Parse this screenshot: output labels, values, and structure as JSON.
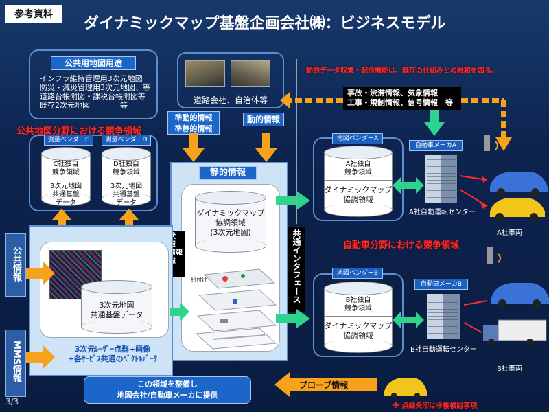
{
  "header": {
    "tag": "参考資料",
    "title": "ダイナミックマップ基盤企画会社㈱：ビジネスモデル"
  },
  "public_use": {
    "heading": "公共用地図用途",
    "lines": [
      "インフラ維持管理用3次元地図",
      "防災・減災管理用3次元地図、等",
      "道路台帳附図・課税台帳附図等",
      "既存2次元地図　　　　等"
    ]
  },
  "public_competition": "公共地図分野における競争領域",
  "vendors_public": [
    {
      "label": "測量ベンダーC",
      "cyl_lines": [
        "C社独自",
        "競争領域"
      ],
      "bottom_lines": [
        "3次元地図",
        "共通基盤",
        "データ"
      ]
    },
    {
      "label": "測量ベンダーD",
      "cyl_lines": [
        "D社独自",
        "競争領域"
      ],
      "bottom_lines": [
        "3次元地図",
        "共通基盤",
        "データ"
      ]
    }
  ],
  "road_company": "道路会社、自治体等",
  "quasi_static": [
    "準動的情報",
    "準静的情報"
  ],
  "dynamic_info": "動的情報",
  "static_info": "静的情報",
  "road_shape": [
    "道路形状",
    "車線情報",
    "構造物情報",
    "地物情報",
    "等"
  ],
  "dm_cooperative": [
    "ダイナミックマップ",
    "協調領域",
    "(3次元地図)"
  ],
  "layer_label": "紐付け",
  "base_cyl": [
    "3次元地図",
    "共通基盤データ"
  ],
  "point_cloud": [
    "3次元ﾚｰｻﾞｰ点群+画像",
    "+各ｻｰﾋﾞｽ共通のﾍﾞｸﾄﾙﾃﾞｰﾀ"
  ],
  "bottom_banner": [
    "この領域を整備し",
    "地図会社/自動車メーカに提供"
  ],
  "side_left": {
    "public": "公共情報",
    "mms": "MMS情報"
  },
  "page_num": "3/3",
  "interface_label": "共通インタフェース",
  "note_top": "動的データ収集・配信機能は、既存の仕組みとの融和を図る。",
  "traffic_info": [
    "事故・渋滞情報、気象情報",
    "工事・規制情報、信号情報　等"
  ],
  "vendor_a": {
    "label": "地図ベンダーA",
    "cyl_lines": [
      "A社独自",
      "競争領域"
    ],
    "dm_lines": [
      "ダイナミックマップ",
      "協調領域"
    ]
  },
  "vendor_b": {
    "label": "地図ベンダーB",
    "cyl_lines": [
      "B社独自",
      "競争領域"
    ],
    "dm_lines": [
      "ダイナミックマップ",
      "協調領域"
    ]
  },
  "maker_a": "自動車メーカA",
  "maker_b": "自動車メーカB",
  "center_a": "A社自動運転センター",
  "center_b": "B社自動運転センター",
  "car_a": "A社車両",
  "car_b": "B社車両",
  "auto_competition": "自動車分野における競争領域",
  "probe": "プローブ情報",
  "footnote": "※ 点線矢印は今後検討事項",
  "colors": {
    "arrow_yellow": "#f7a21b",
    "arrow_green": "#2ed38e",
    "red": "#ff2a2a",
    "panel_blue": "#1b66c8"
  }
}
